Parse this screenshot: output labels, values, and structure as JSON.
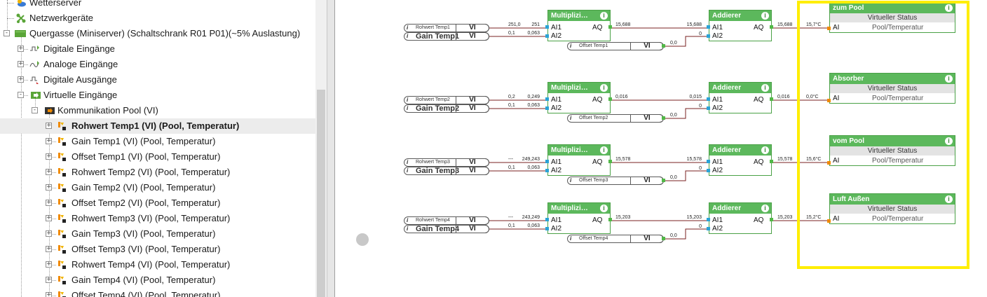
{
  "tree": {
    "items": [
      {
        "label": "Wetterserver"
      },
      {
        "label": "Netzwerkgeräte"
      },
      {
        "label": "Quergasse (Miniserver) (Schaltschrank R01 P01)(~5% Auslastung)"
      },
      {
        "label": "Digitale Eingänge"
      },
      {
        "label": "Analoge Eingänge"
      },
      {
        "label": "Digitale Ausgänge"
      },
      {
        "label": "Virtuelle Eingänge"
      },
      {
        "label": "Kommunikation Pool (VI)"
      },
      {
        "label": "Rohwert Temp1 (VI) (Pool, Temperatur)"
      },
      {
        "label": "Gain Temp1 (VI) (Pool, Temperatur)"
      },
      {
        "label": "Offset Temp1 (VI) (Pool, Temperatur)"
      },
      {
        "label": "Rohwert Temp2 (VI) (Pool, Temperatur)"
      },
      {
        "label": "Gain Temp2 (VI) (Pool, Temperatur)"
      },
      {
        "label": "Offset Temp2 (VI) (Pool, Temperatur)"
      },
      {
        "label": "Rohwert Temp3 (VI) (Pool, Temperatur)"
      },
      {
        "label": "Gain Temp3 (VI) (Pool, Temperatur)"
      },
      {
        "label": "Offset Temp3 (VI) (Pool, Temperatur)"
      },
      {
        "label": "Rohwert Temp4 (VI) (Pool, Temperatur)"
      },
      {
        "label": "Gain Temp4 (VI) (Pool, Temperatur)"
      },
      {
        "label": "Offset Temp4 (VI) (Pool, Temperatur)"
      }
    ]
  },
  "canvas": {
    "vi_label": "VI",
    "info_label": "i",
    "mult_title": "Multiplizi…",
    "add_title": "Addierer",
    "ports": {
      "ai1": "AI1",
      "ai2": "AI2",
      "aq": "AQ",
      "ai": "AI"
    },
    "virtual_status_label": "Virtueller Status",
    "kind_label": "Pool/Temperatur",
    "rows": [
      {
        "rohwert": "Rohwert Temp1",
        "gain": "Gain Temp1",
        "offset": "Offset Temp1",
        "rohwert_val": "251,0",
        "mult_in1": "251",
        "gain_val": "0,1",
        "mult_in2": "0,063",
        "mult_out": "15,688",
        "add_in1": "15,688",
        "add_in2": "0",
        "offset_val": "0,0",
        "add_out": "15,688",
        "status_val": "15,7°C",
        "status_title": "zum Pool"
      },
      {
        "rohwert": "Rohwert Temp2",
        "gain": "Gain Temp2",
        "offset": "Offset Temp2",
        "rohwert_val": "0,2",
        "mult_in1": "0,249",
        "gain_val": "0,1",
        "mult_in2": "0,063",
        "mult_out": "0,016",
        "add_in1": "0,015",
        "add_in2": "0",
        "offset_val": "0,0",
        "add_out": "0,016",
        "status_val": "0,0°C",
        "status_title": "Absorber"
      },
      {
        "rohwert": "Rohwert Temp3",
        "gain": "Gain Temp3",
        "offset": "Offset Temp3",
        "rohwert_val": "---",
        "mult_in1": "249,243",
        "gain_val": "0,1",
        "mult_in2": "0,063",
        "mult_out": "15,578",
        "add_in1": "15,578",
        "add_in2": "0",
        "offset_val": "0,0",
        "add_out": "15,578",
        "status_val": "15,6°C",
        "status_title": "vom Pool"
      },
      {
        "rohwert": "Rohwert Temp4",
        "gain": "Gain Temp4",
        "offset": "Offset Temp4",
        "rohwert_val": "---",
        "mult_in1": "243,249",
        "gain_val": "0,1",
        "mult_in2": "0,063",
        "mult_out": "15,203",
        "add_in1": "15,203",
        "add_in2": "0",
        "offset_val": "0,0",
        "add_out": "15,203",
        "status_val": "15,2°C",
        "status_title": "Luft Außen"
      }
    ]
  },
  "colors": {
    "block_green": "#5cb85c",
    "highlight": "#ffee00",
    "wire": "#7a2020"
  }
}
